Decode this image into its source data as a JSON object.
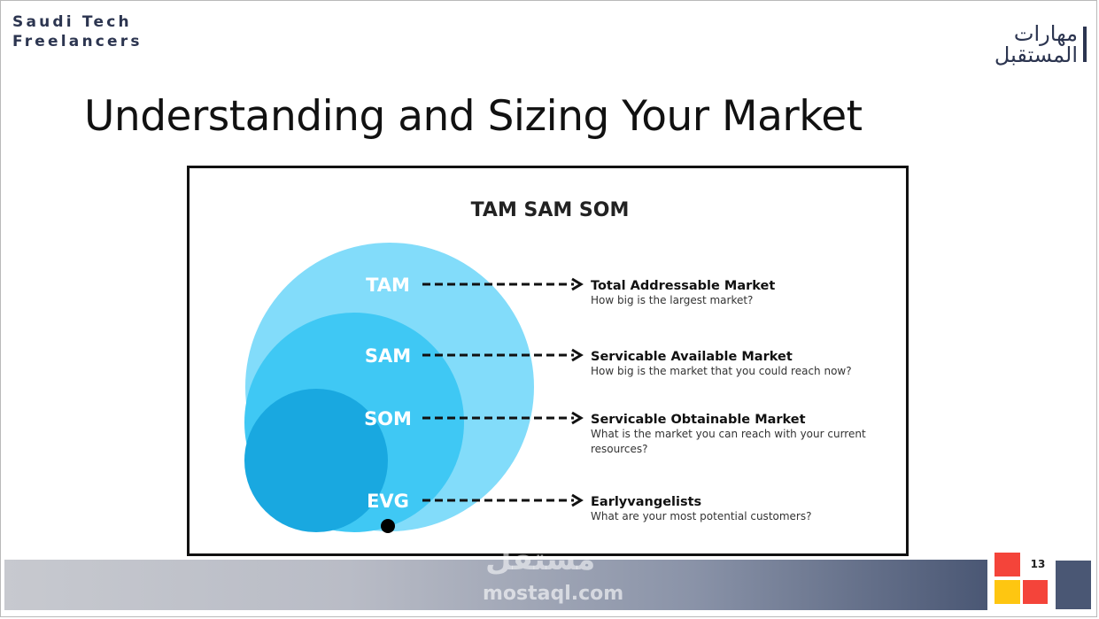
{
  "header": {
    "brand_line1": "Saudi Tech",
    "brand_line2": "Freelancers",
    "logo_line1": "مهارات",
    "logo_line2": "المستقبل"
  },
  "slide": {
    "title": "Understanding and Sizing Your Market",
    "page_number": "13"
  },
  "diagram": {
    "heading": "TAM SAM SOM",
    "colors": {
      "tam": "#82dcfa",
      "sam": "#3fc8f4",
      "som": "#19a8e0",
      "evg": "#0d95d3",
      "dot": "#000000"
    },
    "levels": [
      {
        "short": "TAM",
        "name": "Total Addressable Market",
        "desc": [
          "How big is the largest market?"
        ]
      },
      {
        "short": "SAM",
        "name": "Servicable Available Market",
        "desc": [
          "How big is the market that you could reach now?"
        ]
      },
      {
        "short": "SOM",
        "name": "Servicable Obtainable Market",
        "desc": [
          "What is the market you can reach with your current",
          "resources?"
        ]
      },
      {
        "short": "EVG",
        "name": "Earlyvangelists",
        "desc": [
          "What are your most potential customers?"
        ]
      }
    ]
  },
  "footer": {
    "watermark_ar": "مستقل",
    "watermark": "mostaql.com"
  }
}
